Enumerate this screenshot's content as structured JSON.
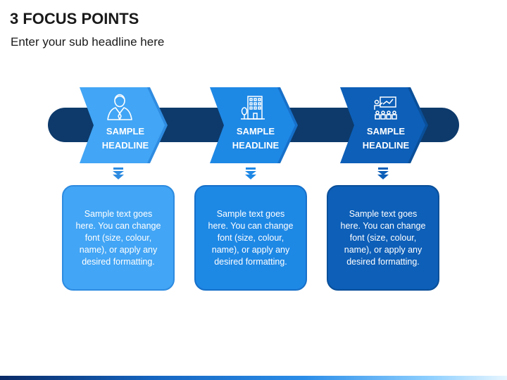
{
  "header": {
    "title": "3 FOCUS POINTS",
    "subtitle": "Enter your sub headline here"
  },
  "colors": {
    "band": "#0d3a6b",
    "step1": "#42a5f5",
    "step2": "#1e88e5",
    "step3": "#0d5fb8"
  },
  "steps": [
    {
      "icon": "businessman-icon",
      "headline_line1": "SAMPLE",
      "headline_line2": "HEADLINE",
      "body": [
        "Sample text goes",
        "here. You can change",
        "font (size, colour,",
        "name), or apply any",
        "desired formatting."
      ]
    },
    {
      "icon": "building-icon",
      "headline_line1": "SAMPLE",
      "headline_line2": "HEADLINE",
      "body": [
        "Sample text goes",
        "here. You can change",
        "font (size, colour,",
        "name), or apply any",
        "desired formatting."
      ]
    },
    {
      "icon": "presentation-icon",
      "headline_line1": "SAMPLE",
      "headline_line2": "HEADLINE",
      "body": [
        "Sample text goes",
        "here. You can change",
        "font (size, colour,",
        "name), or apply any",
        "desired formatting."
      ]
    }
  ]
}
